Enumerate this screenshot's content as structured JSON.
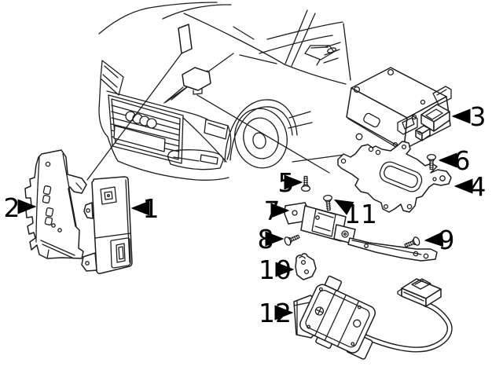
{
  "diagram": {
    "type": "vehicle-electrical-parts-diagram",
    "background_color": "#ffffff",
    "line_color": "#1d1d1d",
    "label_color": "#000000",
    "callouts": [
      {
        "label": "1"
      },
      {
        "label": "2"
      },
      {
        "label": "3"
      },
      {
        "label": "4"
      },
      {
        "label": "5"
      },
      {
        "label": "6"
      },
      {
        "label": "7"
      },
      {
        "label": "8"
      },
      {
        "label": "9"
      },
      {
        "label": "10"
      },
      {
        "label": "11"
      },
      {
        "label": "12"
      }
    ]
  }
}
